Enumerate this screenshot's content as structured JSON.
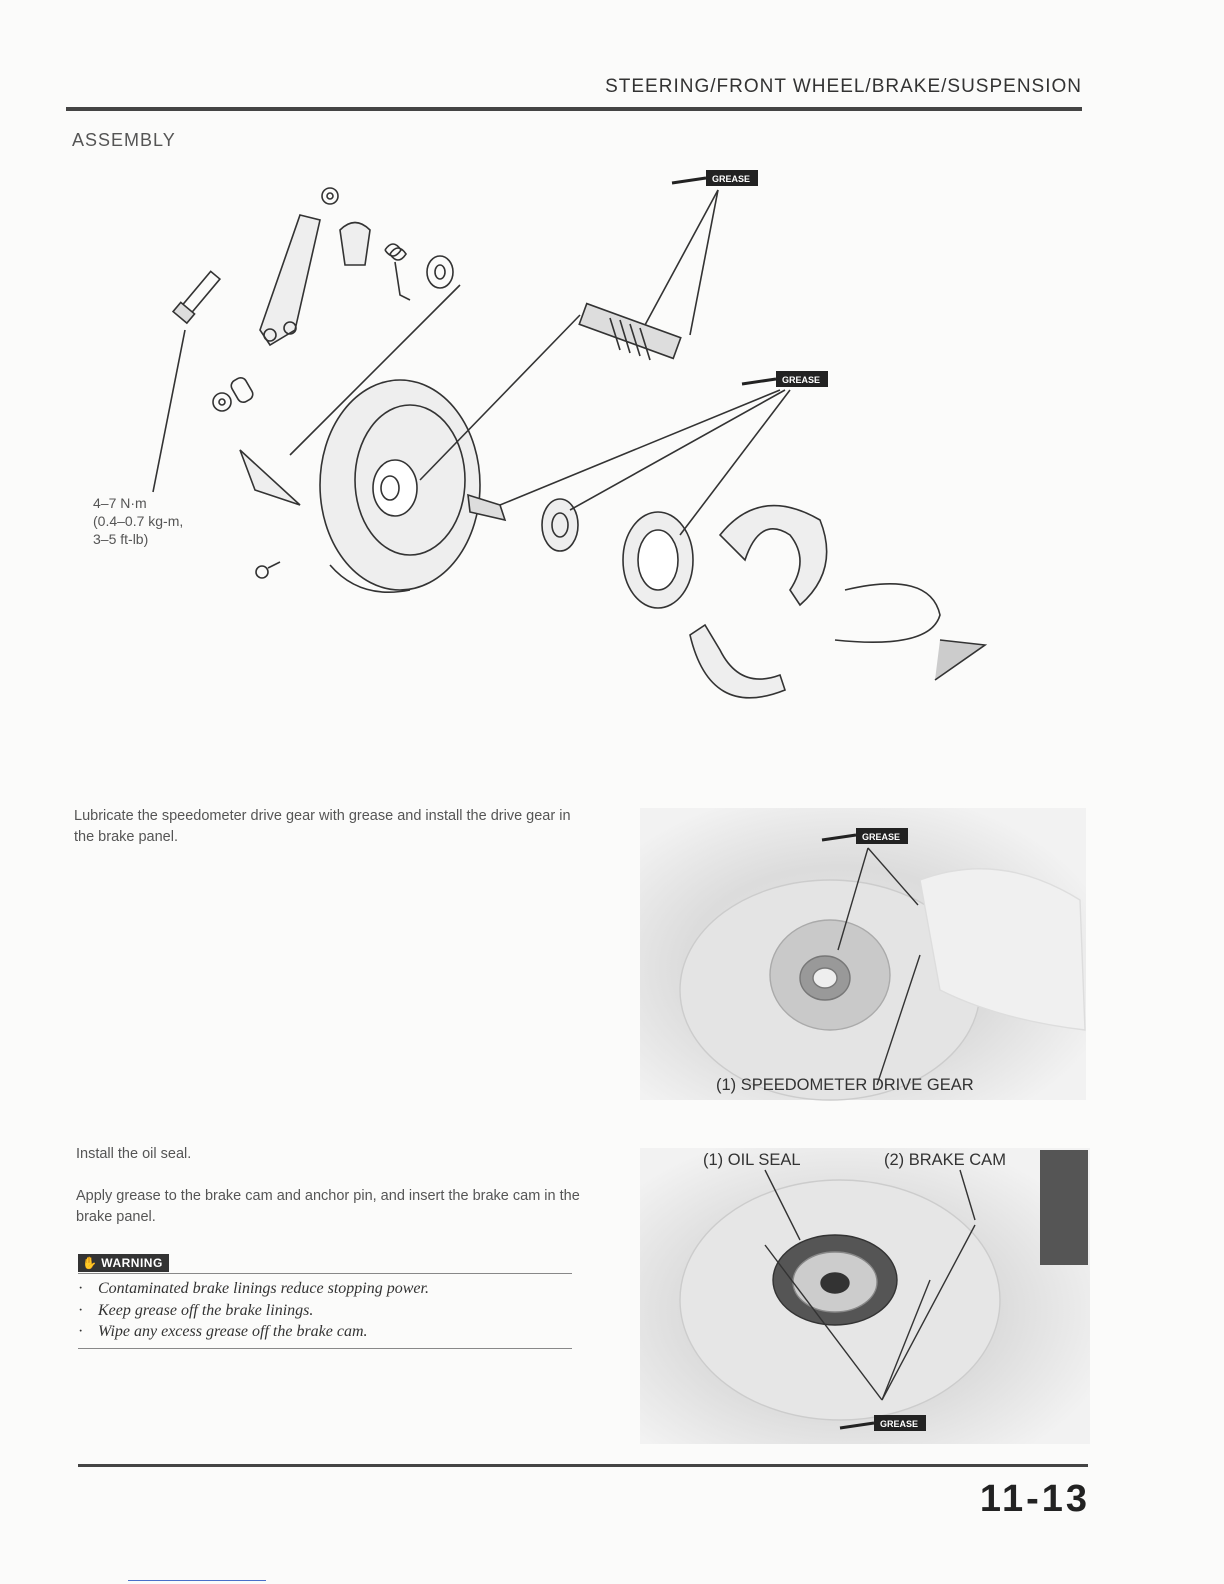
{
  "header": {
    "title": "STEERING/FRONT WHEEL/BRAKE/SUSPENSION"
  },
  "section": {
    "title": "ASSEMBLY"
  },
  "diagram": {
    "torque_lines": [
      "4–7 N·m",
      "(0.4–0.7 kg-m,",
      "3–5 ft-lb)"
    ],
    "grease_tag": "GREASE"
  },
  "steps": {
    "lubricate": "Lubricate the speedometer drive gear with grease and install the drive gear in the brake panel.",
    "install_seal": "Install the oil seal.",
    "apply_grease": "Apply grease to the brake cam and anchor pin, and insert the brake cam in the brake panel."
  },
  "warning": {
    "label": "WARNING",
    "items": [
      "Contaminated brake linings reduce stopping power.",
      "Keep grease off the brake linings.",
      "Wipe any excess grease off the brake cam."
    ]
  },
  "photos": {
    "photo1_label": "(1) SPEEDOMETER DRIVE GEAR",
    "photo2_label_a": "(1) OIL SEAL",
    "photo2_label_b": "(2) BRAKE CAM"
  },
  "footer": {
    "page_number": "11-13"
  },
  "colors": {
    "ink": "#333333",
    "paper": "#fbfbfa",
    "rule": "#444444"
  }
}
